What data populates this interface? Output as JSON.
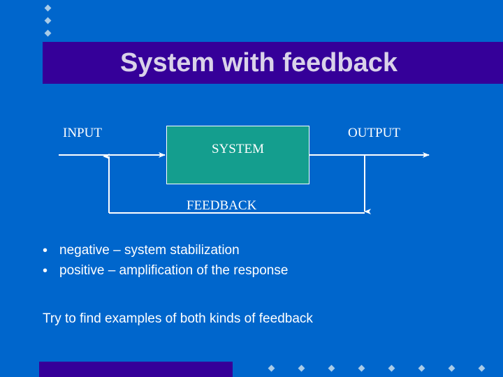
{
  "slide": {
    "title": "System with feedback",
    "background_color": "#0066cc",
    "title_band_color": "#350099",
    "title_text_color": "#d9d2e9"
  },
  "diagram": {
    "input_label": "INPUT",
    "output_label": "OUTPUT",
    "system_label": "SYSTEM",
    "feedback_label": "FEEDBACK",
    "system_box_color": "#149e8e",
    "line_color": "#ffffff"
  },
  "bullets": [
    {
      "mark": "•",
      "text": "negative – system stabilization"
    },
    {
      "mark": "•",
      "text": "positive – amplification of the response"
    }
  ],
  "closing": {
    "text": "Try to find examples of both kinds of feedback"
  },
  "decorations": {
    "top_dots": 3,
    "bottom_dots": 8,
    "dot_color": "#a8cbe8",
    "footer_bar_color": "#350099"
  }
}
